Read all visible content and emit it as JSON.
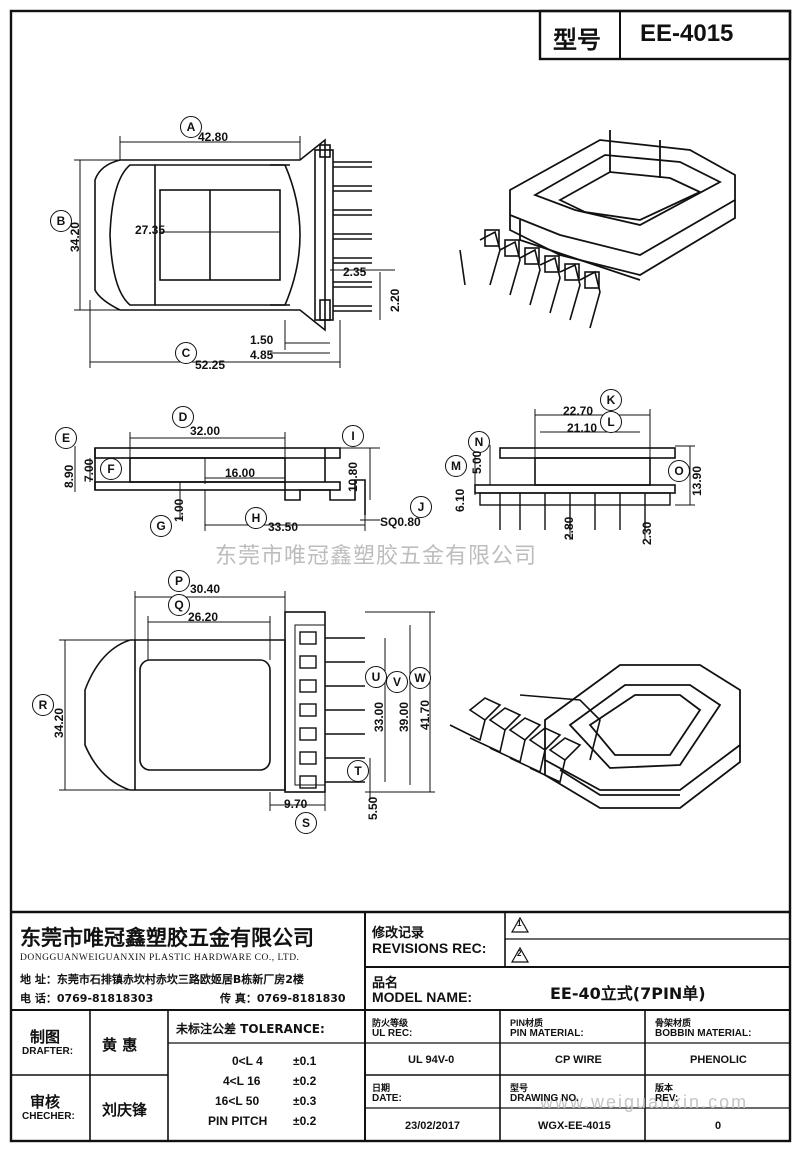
{
  "header": {
    "model_label": "型号",
    "model_value": "EE-4015"
  },
  "watermark": "东莞市唯冠鑫塑胶五金有限公司",
  "watermark_url": "www.weiguanxin.com",
  "labels": {
    "A": "A",
    "B": "B",
    "C": "C",
    "D": "D",
    "E": "E",
    "F": "F",
    "G": "G",
    "H": "H",
    "I": "I",
    "J": "J",
    "K": "K",
    "L": "L",
    "M": "M",
    "N": "N",
    "O": "O",
    "P": "P",
    "Q": "Q",
    "R": "R",
    "S": "S",
    "T": "T",
    "U": "U",
    "V": "V",
    "W": "W"
  },
  "dims": {
    "A": "42.80",
    "B": "34.20",
    "inner_w": "27.35",
    "pitch": "2.35",
    "pin_h": "2.20",
    "d150": "1.50",
    "d485": "4.85",
    "C": "52.25",
    "D": "32.00",
    "E": "8.90",
    "F": "7.00",
    "d1600": "16.00",
    "I": "10.80",
    "G": "1.00",
    "H": "33.50",
    "J": "SQ0.80",
    "K": "22.70",
    "L": "21.10",
    "N": "5.00",
    "M": "6.10",
    "O": "13.90",
    "d280": "2.80",
    "d230": "2.30",
    "P": "30.40",
    "Q": "26.20",
    "R": "34.20",
    "U": "33.00",
    "V": "39.00",
    "W": "41.70",
    "T": "5.50",
    "S": "9.70"
  },
  "company": {
    "name_cn": "东莞市唯冠鑫塑胶五金有限公司",
    "name_en": "DONGGUANWEIGUANXIN PLASTIC HARDWARE CO., LTD.",
    "address": "地  址：东莞市石排镇赤坎村赤坎三路欧姬居B栋新厂房2楼",
    "phone": "电  话：0769-81818303",
    "fax": "传  真：0769-8181830"
  },
  "revisions": {
    "label_cn": "修改记录",
    "label_en": "REVISIONS REC:",
    "rev1": "1",
    "rev2": "2"
  },
  "model": {
    "label_cn": "品名",
    "label_en": "MODEL NAME:",
    "value": "EE-40立式(7PIN单)"
  },
  "drafter": {
    "label_cn": "制图",
    "label_en": "DRAFTER:",
    "name": "黄  惠"
  },
  "checker": {
    "label_cn": "审核",
    "label_en": "CHECHER:",
    "name": "刘庆锋"
  },
  "tolerance": {
    "label": "未标注公差 TOLERANCE:",
    "rows": [
      {
        "range": "0<L  4",
        "tol": "±0.1"
      },
      {
        "range": "4<L  16",
        "tol": "±0.2"
      },
      {
        "range": "16<L  50",
        "tol": "±0.3"
      },
      {
        "range": "PIN PITCH",
        "tol": "±0.2"
      }
    ]
  },
  "ul": {
    "label_cn": "防火等级",
    "label_en": "UL REC:",
    "value": "UL 94V-0"
  },
  "pin_material": {
    "label_cn": "PIN材质",
    "label_en": "PIN MATERIAL:",
    "value": "CP WIRE"
  },
  "bobbin_material": {
    "label_cn": "骨架材质",
    "label_en": "BOBBIN MATERIAL:",
    "value": "PHENOLIC"
  },
  "date": {
    "label_cn": "日期",
    "label_en": "DATE:",
    "value": "23/02/2017"
  },
  "drawing_no": {
    "label_cn": "型号",
    "label_en": "DRAWING NO.",
    "value": "WGX-EE-4015"
  },
  "rev": {
    "label_cn": "版本",
    "label_en": "REV:",
    "value": "0"
  }
}
